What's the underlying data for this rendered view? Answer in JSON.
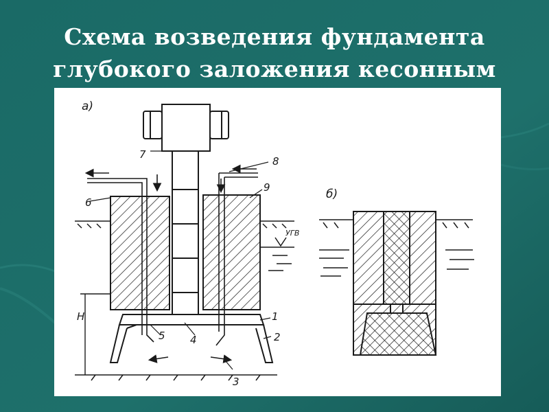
{
  "slide": {
    "title_line1": "Схема возведения фундамента",
    "title_line2": "глубокого заложения кесонным",
    "colors": {
      "background": "#1d6e6a",
      "title": "#ffffff",
      "figure_bg": "#ffffff",
      "ink": "#1a1a1a"
    }
  },
  "diagram": {
    "panel_a_label": "а)",
    "panel_b_label": "б)",
    "callouts": {
      "c1": "1",
      "c2": "2",
      "c3": "3",
      "c4": "4",
      "c5": "5",
      "c6": "6",
      "c7": "7",
      "c8": "8",
      "c9": "9",
      "h": "H",
      "water_level": "УГВ"
    }
  }
}
